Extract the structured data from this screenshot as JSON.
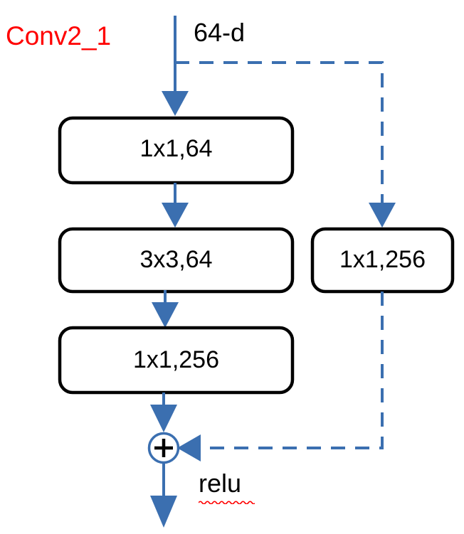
{
  "diagram": {
    "title_label": "Conv2_1",
    "title_color": "#ff0000",
    "input_label": "64-d",
    "activation_label": "relu",
    "stroke_blue": "#3b6fb0",
    "stroke_black": "#000000",
    "background": "#ffffff",
    "main_path": {
      "blocks": [
        {
          "label": "1x1,64"
        },
        {
          "label": "3x3,64"
        },
        {
          "label": "1x1,256"
        }
      ]
    },
    "shortcut_path": {
      "blocks": [
        {
          "label": "1x1,256"
        }
      ],
      "style": "dashed"
    },
    "merge": {
      "operator": "+",
      "shape": "circle"
    }
  },
  "chart_data": {
    "type": "diagram",
    "title": "Conv2_1",
    "subtype": "resnet-bottleneck-residual-block",
    "input": "64-d",
    "nodes": [
      {
        "id": "input",
        "label": "64-d",
        "kind": "input-label"
      },
      {
        "id": "conv1",
        "label": "1x1,64",
        "kind": "conv-block",
        "branch": "main"
      },
      {
        "id": "conv2",
        "label": "3x3,64",
        "kind": "conv-block",
        "branch": "main"
      },
      {
        "id": "conv3",
        "label": "1x1,256",
        "kind": "conv-block",
        "branch": "main"
      },
      {
        "id": "shortcut",
        "label": "1x1,256",
        "kind": "conv-block",
        "branch": "shortcut"
      },
      {
        "id": "add",
        "label": "+",
        "kind": "sum-operator"
      },
      {
        "id": "relu",
        "label": "relu",
        "kind": "activation-label"
      }
    ],
    "edges": [
      {
        "from": "input",
        "to": "conv1",
        "style": "solid"
      },
      {
        "from": "conv1",
        "to": "conv2",
        "style": "solid"
      },
      {
        "from": "conv2",
        "to": "conv3",
        "style": "solid"
      },
      {
        "from": "conv3",
        "to": "add",
        "style": "solid"
      },
      {
        "from": "input",
        "to": "shortcut",
        "style": "dashed"
      },
      {
        "from": "shortcut",
        "to": "add",
        "style": "dashed"
      },
      {
        "from": "add",
        "to": "output",
        "style": "solid"
      }
    ]
  }
}
